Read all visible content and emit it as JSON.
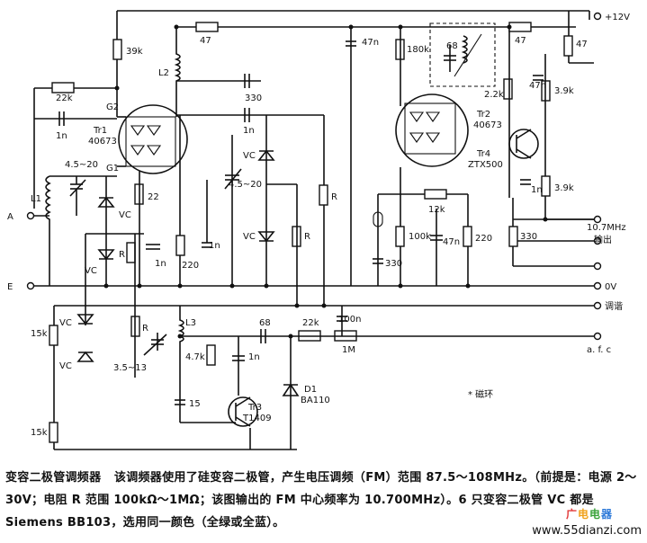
{
  "labels": {
    "r39k": "39k",
    "r47_top": "47",
    "c47n": "47n",
    "r180k": "180k",
    "r47_right": "47",
    "r47_vertical": "47",
    "plus12v": "+12V",
    "l2": "L2",
    "r22k_left": "22k",
    "c1n_left": "1n",
    "g2": "G2",
    "tr1": "Tr1",
    "tr1_part": "40673",
    "g1": "G1",
    "c330_top": "330",
    "c1n_mid": "1n",
    "c4_5_20_left": "4.5~20",
    "l1": "L1",
    "r22": "22",
    "vc_a": "VC",
    "vc_b": "VC",
    "vc_c": "VC",
    "vc_d": "VC",
    "vc_e": "VC",
    "vc_f": "VC",
    "c4_5_20_mid": "4.5~20",
    "r_mid": "R",
    "r_right": "R",
    "r_left": "R",
    "r_lower": "R",
    "c1n_a": "1n",
    "c1n_b": "1n",
    "r220_mid": "220",
    "a": "A",
    "e": "E",
    "c68_osc": "68",
    "r2_2k": "2.2k",
    "c47n_osc": "47n",
    "r3_9k_a": "3.9k",
    "tr2": "Tr2",
    "tr2_part": "40673",
    "tr4": "Tr4",
    "tr4_part": "ZTX500",
    "c1n_right": "1n",
    "r3_9k_b": "3.9k",
    "r12k": "12k",
    "r100k": "100k",
    "c47n_low": "47n",
    "r220_right": "220",
    "r330_right": "330",
    "c330_low": "330",
    "out_freq": "10.7MHz",
    "out_label": "输出",
    "v0": "0V",
    "tuning": "调谐",
    "r15k_a": "15k",
    "r15k_b": "15k",
    "c3_5_13": "3.5~13",
    "l3": "L3",
    "c68_low": "68",
    "r22k_low": "22k",
    "c100n": "100n",
    "r4_7k": "4.7k",
    "c1n_low": "1n",
    "r1m": "1M",
    "afc": "a. f. c",
    "c15": "15",
    "tr3": "Tr3",
    "tr3_part": "T1409",
    "d1": "D1",
    "d1_part": "BA110",
    "ferrite": "* 磁环"
  },
  "caption": {
    "title": "变容二极管调频器",
    "text": "该调频器使用了硅变容二极管，产生电压调频（FM）范围 87.5～108MHz。（前提是：电源 2～30V；电阻 R 范围 100kΩ～1MΩ；该图输出的 FM 中心频率为 10.700MHz）。6 只变容二极管 VC 都是 Siemens BB103，选用同一颜色（全绿或全蓝）。"
  },
  "watermark": {
    "logo": "广电电器",
    "url": "www.55dianzi.com"
  }
}
